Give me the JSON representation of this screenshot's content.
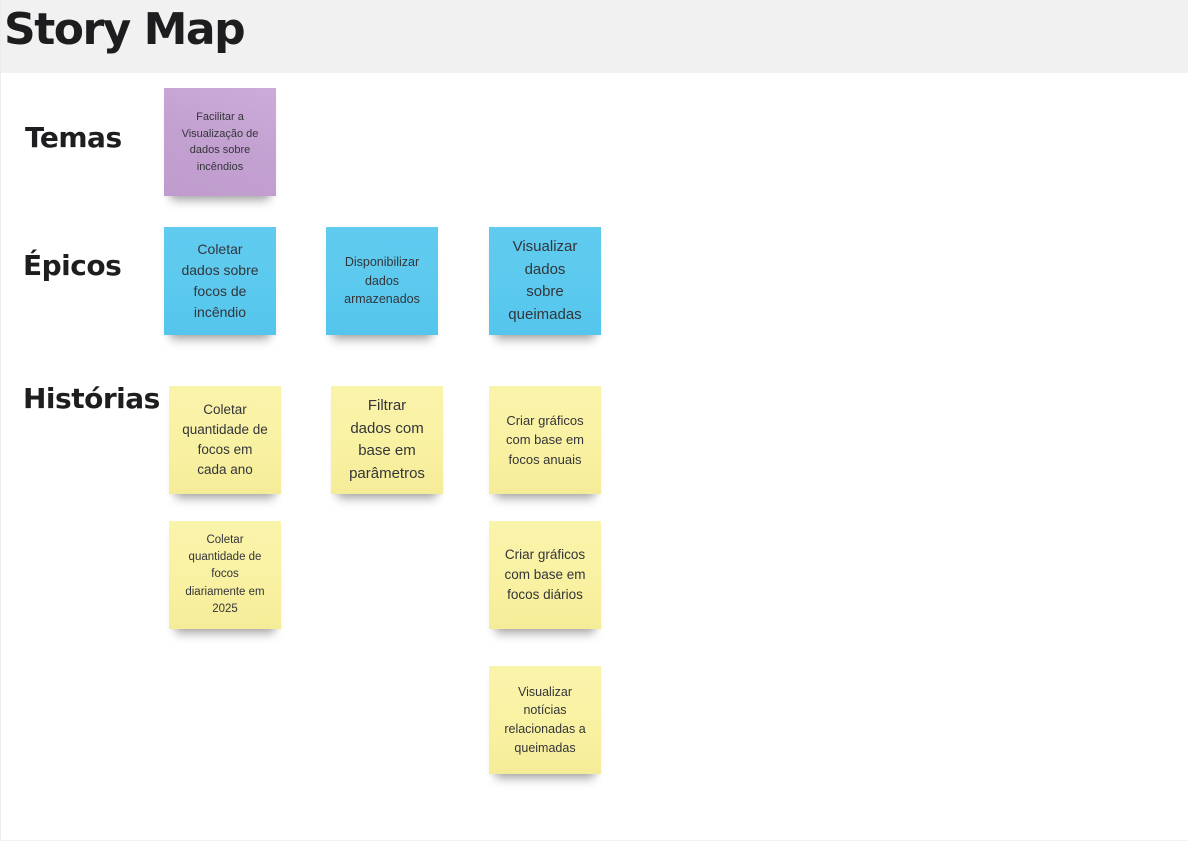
{
  "header": {
    "title": "Story Map"
  },
  "rows": [
    {
      "label": "Temas"
    },
    {
      "label": "Épicos"
    },
    {
      "label": "Histórias"
    }
  ],
  "colors": {
    "header_background": "#f1f1f2",
    "title_text": "#1d1d1f",
    "theme_note": "#c3a1d1",
    "epic_note": "#5bc9ee",
    "story_note": "#f9f1a1",
    "note_text": "#33353a"
  },
  "notes": {
    "temas": [
      {
        "text": "Facilitar a Visualização de dados sobre incêndios",
        "color": "purple"
      }
    ],
    "epicos": [
      {
        "text": "Coletar dados sobre focos de incêndio",
        "color": "blue"
      },
      {
        "text": "Disponibilizar dados armazenados",
        "color": "blue"
      },
      {
        "text": "Visualizar dados sobre queimadas",
        "color": "blue"
      }
    ],
    "historias": [
      {
        "text": "Coletar quantidade de focos em cada ano",
        "color": "yellow"
      },
      {
        "text": "Filtrar dados com base em parâmetros",
        "color": "yellow"
      },
      {
        "text": "Criar gráficos com base em focos anuais",
        "color": "yellow"
      },
      {
        "text": "Coletar quantidade de focos diariamente em 2025",
        "color": "yellow"
      },
      {
        "text": "Criar gráficos com base em focos diários",
        "color": "yellow"
      },
      {
        "text": "Visualizar notícias relacionadas a queimadas",
        "color": "yellow"
      }
    ]
  }
}
